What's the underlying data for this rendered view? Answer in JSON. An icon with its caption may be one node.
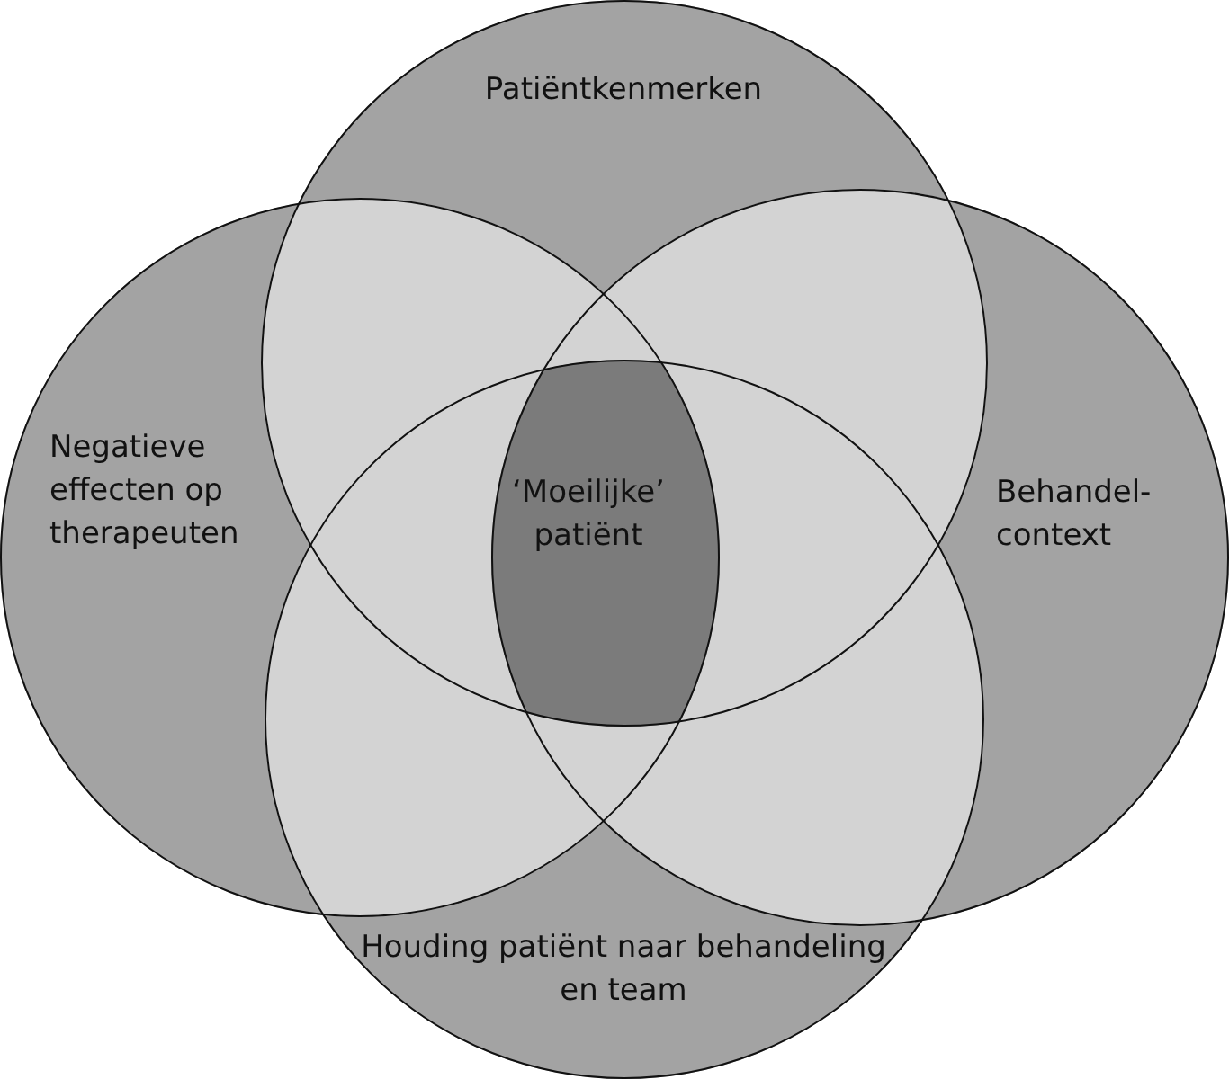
{
  "diagram": {
    "nodes": [
      {
        "text": [
          "Patiëntkenmerken"
        ]
      },
      {
        "text": [
          "Negatieve effecten op therapeuten"
        ]
      },
      {
        "text": [
          "Behandel- context"
        ]
      },
      {
        "text": [
          "Houding patiënt naar behandeling en team"
        ]
      },
      {
        "text": [
          "‘Moeilijke’ patiënt"
        ]
      }
    ]
  }
}
